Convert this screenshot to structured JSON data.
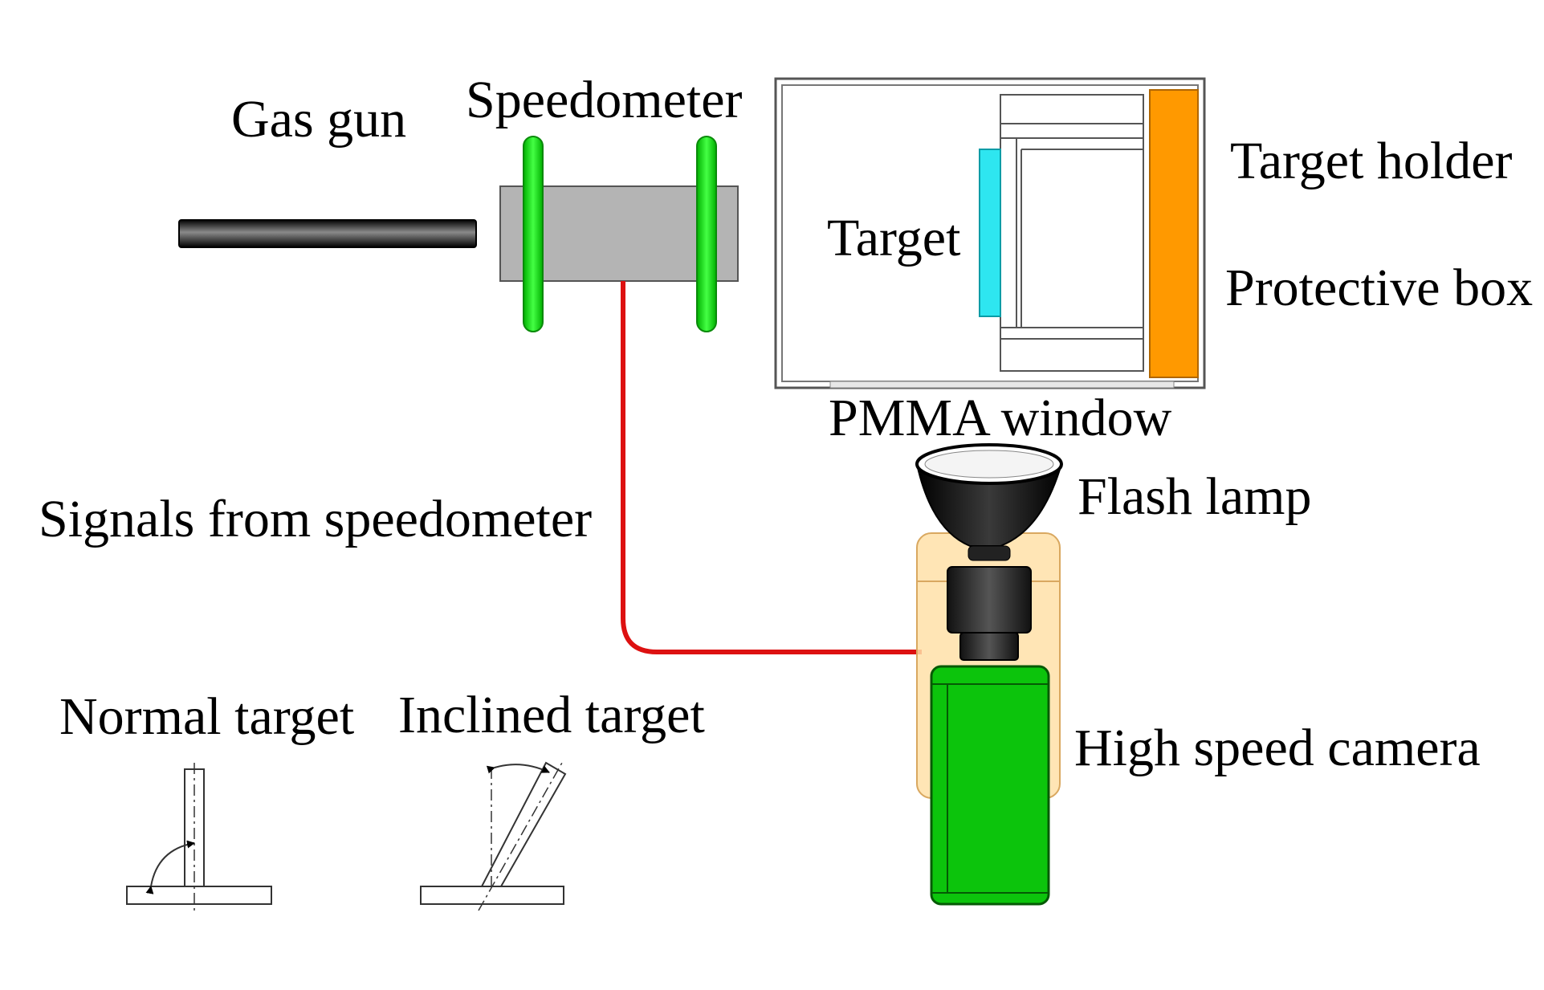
{
  "labels": {
    "gas_gun": "Gas gun",
    "speedometer": "Speedometer",
    "target_holder": "Target holder",
    "target": "Target",
    "protective_box": "Protective box",
    "pmma_window": "PMMA window",
    "flash_lamp": "Flash lamp",
    "signals": "Signals from speedometer",
    "normal_target": "Normal target",
    "inclined_target": "Inclined target",
    "high_speed_camera": "High speed camera"
  },
  "colors": {
    "gas_gun_barrel": "#1a1a1a",
    "speedometer_body": "#b4b4b4",
    "speedometer_rings": "#1ee61e",
    "target": "#2ee6f0",
    "target_holder": "#ff9900",
    "signal_cable": "#dd1111",
    "camera_body": "#0cc40c",
    "camera_mount": "#ffe0a8",
    "lamp": "#111111"
  }
}
